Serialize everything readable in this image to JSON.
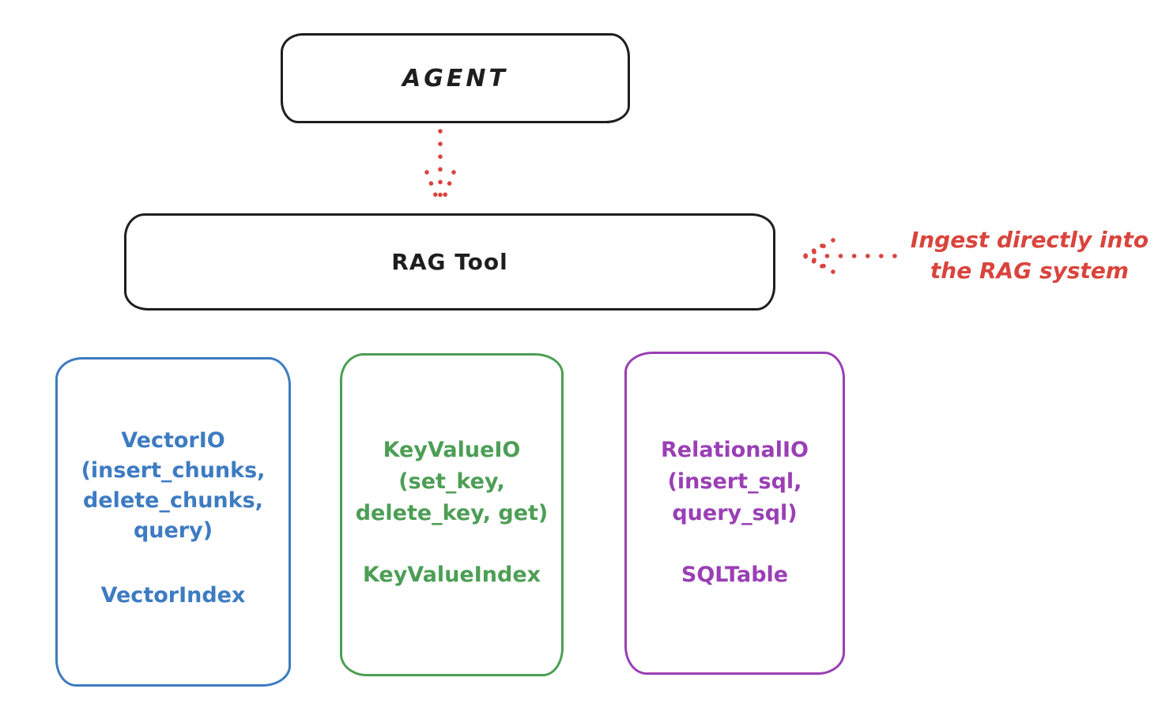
{
  "colors": {
    "stroke_black": "#1e1e1e",
    "annotation_red": "#d9443d",
    "vector_blue": "#3d7bc2",
    "keyvalue_green": "#4d9e55",
    "relational_purple": "#9a3fb5"
  },
  "agent_box": {
    "label": "AGENT"
  },
  "rag_tool_box": {
    "label": "RAG Tool"
  },
  "annotation": {
    "line1": "Ingest directly into",
    "line2": "the RAG system"
  },
  "io_boxes": [
    {
      "name": "vector-io",
      "color": "#3d7bc2",
      "lines": [
        "VectorIO",
        "(insert_chunks,",
        "delete_chunks,",
        "query)"
      ],
      "index_label": "VectorIndex"
    },
    {
      "name": "keyvalue-io",
      "color": "#4d9e55",
      "lines": [
        "KeyValueIO",
        "(set_key,",
        "delete_key, get)"
      ],
      "index_label": "KeyValueIndex"
    },
    {
      "name": "relational-io",
      "color": "#9a3fb5",
      "lines": [
        "RelationalIO",
        "(insert_sql,",
        "query_sql)"
      ],
      "index_label": "SQLTable"
    }
  ]
}
